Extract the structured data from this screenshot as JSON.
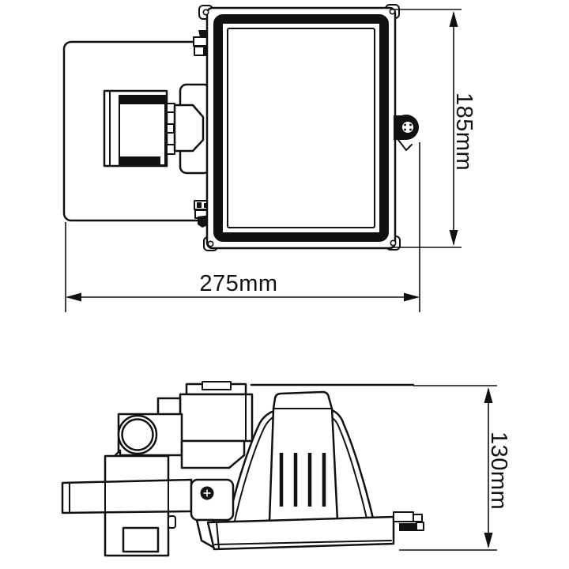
{
  "page": {
    "background_color": "#ffffff",
    "line_color": "#111111",
    "description_labels": {
      "front_height": "185mm",
      "front_width": "275mm",
      "side_depth": "130mm"
    }
  },
  "front_view": {
    "height_label": "185mm",
    "width_label": "275mm"
  },
  "side_view": {
    "depth_label": "130mm"
  }
}
